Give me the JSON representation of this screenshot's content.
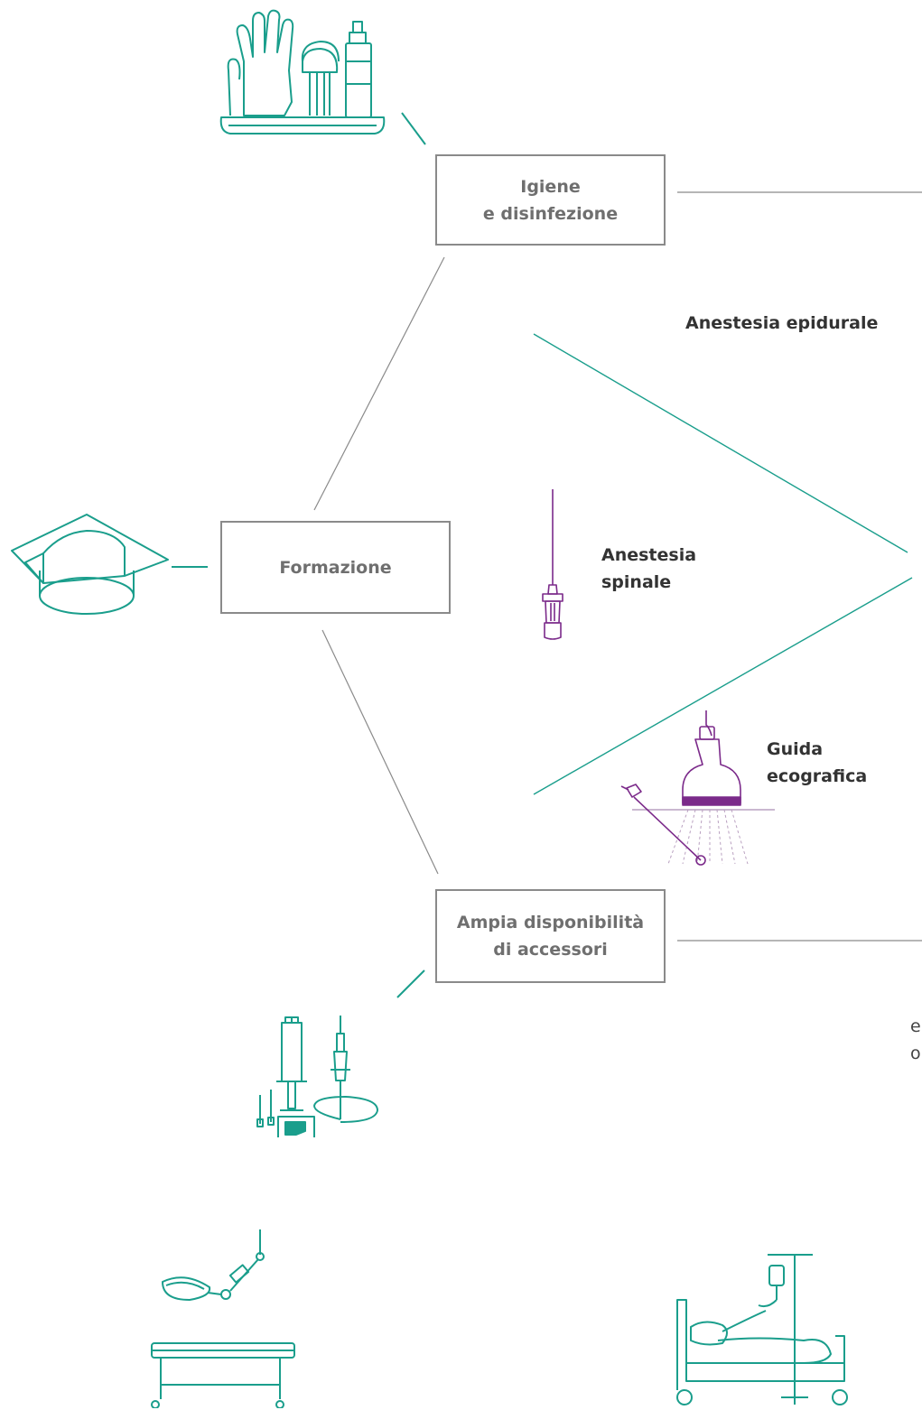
{
  "boxes": {
    "hygiene": {
      "line1": "Igiene",
      "line2": "e disinfezione"
    },
    "training": {
      "line1": "Formazione"
    },
    "accessories": {
      "line1": "Ampia disponibilità",
      "line2": "di accessori"
    }
  },
  "labels": {
    "epidural": "Anestesia epidurale",
    "spinal_1": "Anestesia",
    "spinal_2": "spinale",
    "ultrasound_1": "Guida",
    "ultrasound_2": "ecografica",
    "edge_1": "e",
    "edge_2": "o"
  },
  "icons": [
    "hygiene-tray-icon",
    "graduation-cap-icon",
    "spinal-needle-icon",
    "ultrasound-probe-icon",
    "syringe-infusion-icon",
    "surgical-lamp-table-icon",
    "hospital-bed-patient-icon"
  ],
  "colors": {
    "teal": "#1a9e8c",
    "purple": "#7b2a8a",
    "gray_line": "#8a8a8a",
    "box_text": "#6f6f6f"
  }
}
